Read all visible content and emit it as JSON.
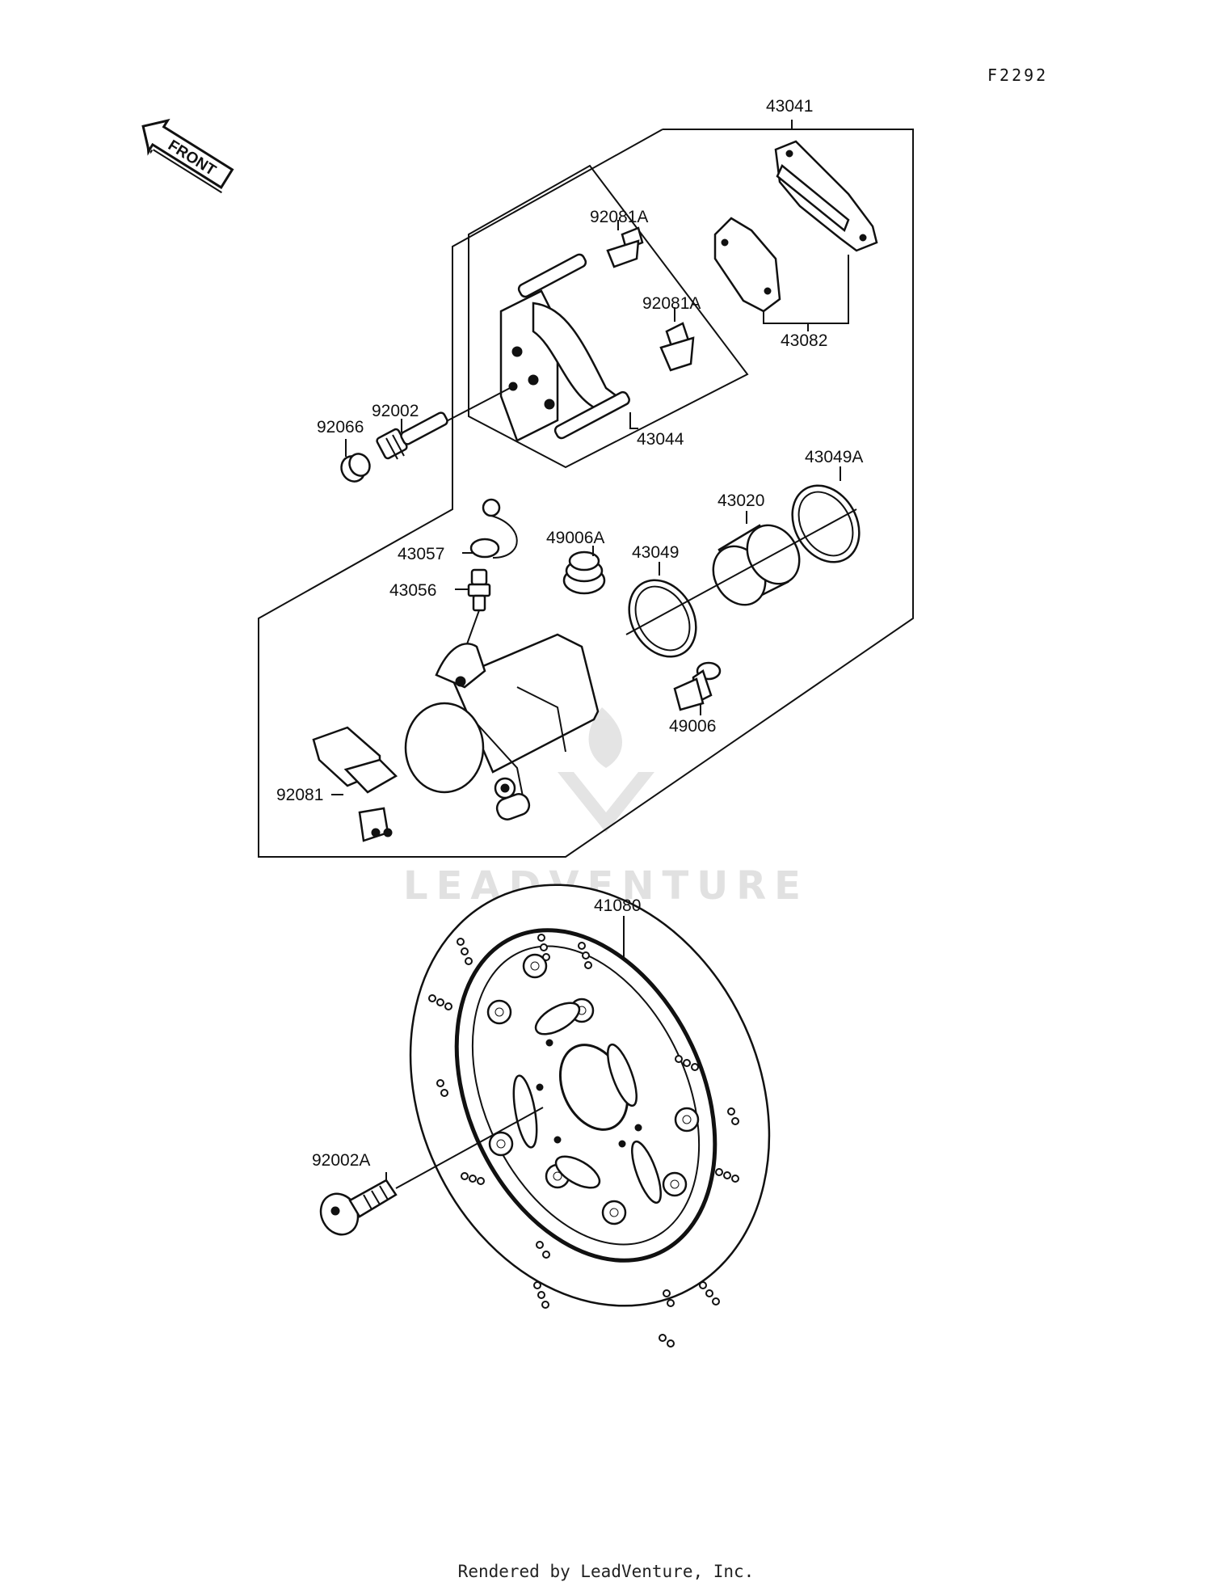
{
  "diagram_code": "F2292",
  "front_badge": "FRONT",
  "watermark": "LEADVENTURE",
  "footer": "Rendered by LeadVenture, Inc.",
  "labels": {
    "p43041": "43041",
    "p92081A_1": "92081A",
    "p92081A_2": "92081A",
    "p43082": "43082",
    "p43044": "43044",
    "p92002": "92002",
    "p92066": "92066",
    "p43049A": "43049A",
    "p43020": "43020",
    "p49006A": "49006A",
    "p43049": "43049",
    "p43057": "43057",
    "p43056": "43056",
    "p49006": "49006",
    "p92081": "92081",
    "p41080": "41080",
    "p92002A": "92002A"
  }
}
